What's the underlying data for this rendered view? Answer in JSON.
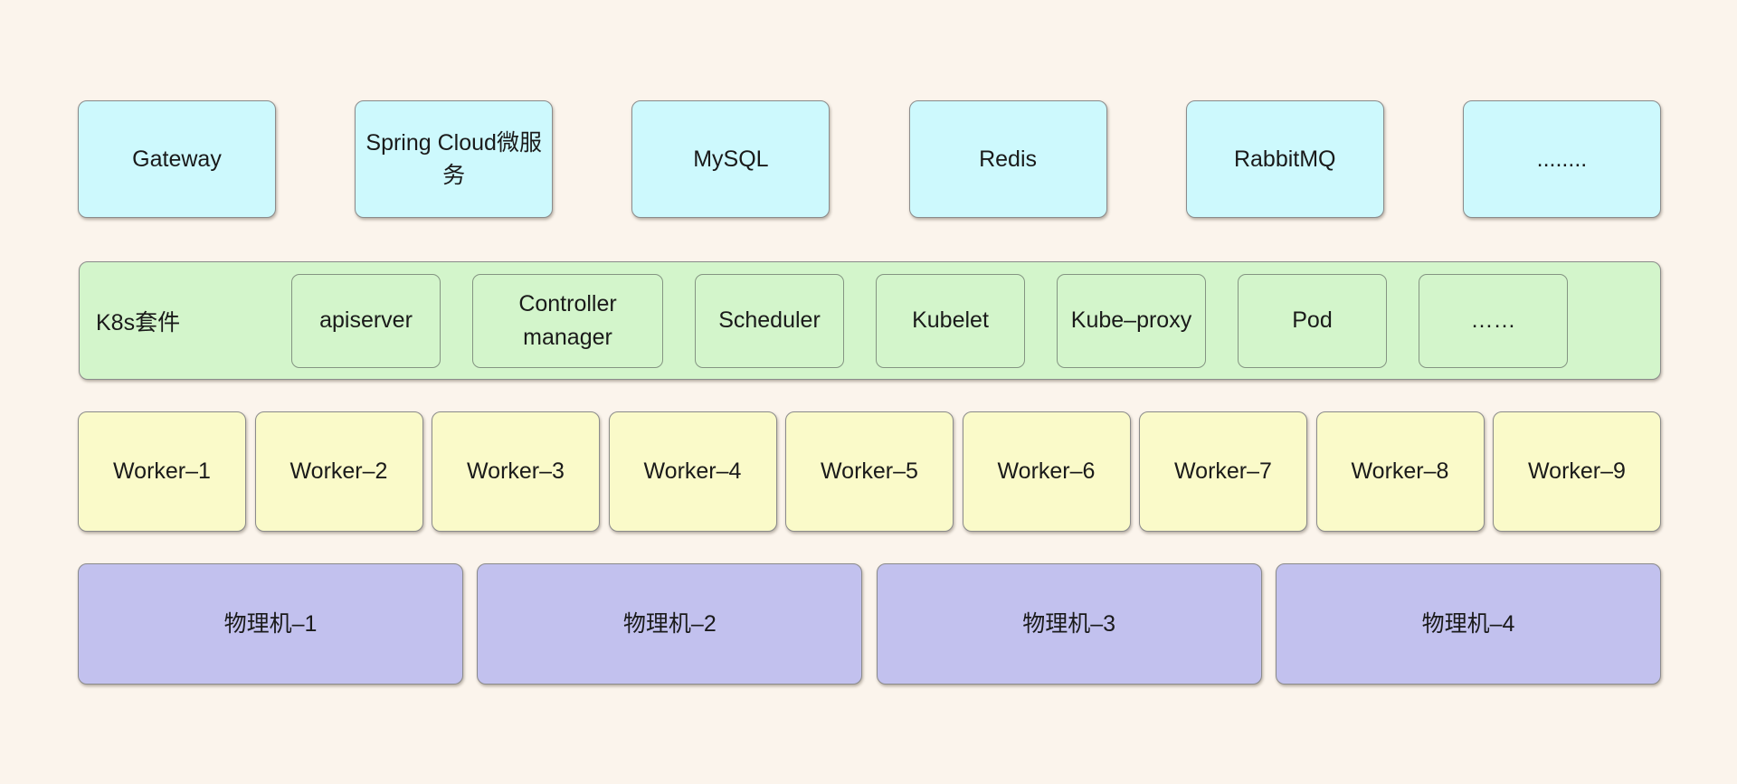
{
  "colors": {
    "background": "#fbf4ec",
    "services_fill": "#cdf9fd",
    "k8s_fill": "#d3f5cb",
    "workers_fill": "#fafac9",
    "machines_fill": "#c2c1ee",
    "border": "#8b8b8b",
    "text": "#1a1a1a"
  },
  "services_row": {
    "items": [
      "Gateway",
      "Spring Cloud微服务",
      "MySQL",
      "Redis",
      "RabbitMQ",
      "........"
    ]
  },
  "k8s_row": {
    "label": "K8s套件",
    "items": [
      "apiserver",
      "Controller manager",
      "Scheduler",
      "Kubelet",
      "Kube–proxy",
      "Pod",
      "……"
    ]
  },
  "workers_row": {
    "items": [
      "Worker–1",
      "Worker–2",
      "Worker–3",
      "Worker–4",
      "Worker–5",
      "Worker–6",
      "Worker–7",
      "Worker–8",
      "Worker–9"
    ]
  },
  "machines_row": {
    "items": [
      "物理机–1",
      "物理机–2",
      "物理机–3",
      "物理机–4"
    ]
  }
}
